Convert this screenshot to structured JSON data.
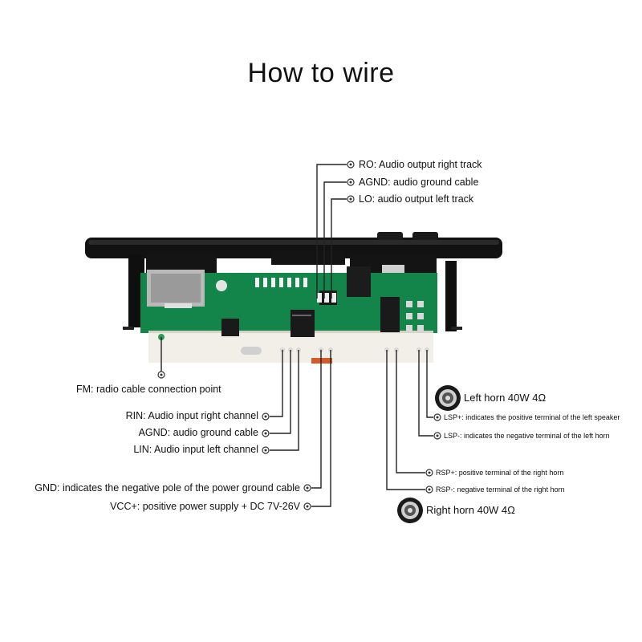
{
  "title": "How to wire",
  "labels": {
    "ro": "RO: Audio output right track",
    "agnd_top": "AGND: audio ground cable",
    "lo": "LO: audio output left track",
    "fm": "FM: radio cable connection point",
    "rin": "RIN: Audio input right channel",
    "agnd_left": "AGND: audio ground cable",
    "lin": "LIN: Audio input left channel",
    "gnd": "GND: indicates the negative pole of the power ground cable",
    "vcc": "VCC+: positive power supply + DC 7V-26V",
    "left_horn": "Left horn 40W 4Ω",
    "lsp_plus": "LSP+: indicates the positive terminal of the left speaker",
    "lsp_minus": "LSP-: indicates the negative terminal of the left horn",
    "rsp_plus": "RSP+: positive terminal of the right horn",
    "rsp_minus": "RSP-: negative terminal of the right horn",
    "right_horn": "Right horn 40W 4Ω"
  },
  "colors": {
    "pcb_green": "#14854a",
    "bezel": "#111111",
    "wire": "#222222"
  },
  "icons": {
    "speaker": "speaker-icon",
    "terminal": "terminal-ring-icon"
  }
}
